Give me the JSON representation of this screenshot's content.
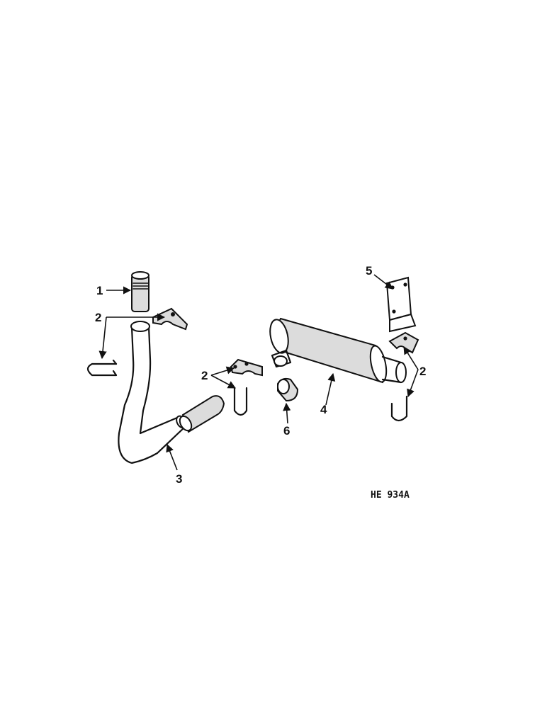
{
  "callouts": {
    "c1": "1",
    "c2a": "2",
    "c2b": "2",
    "c2c": "2",
    "c3": "3",
    "c4": "4",
    "c5": "5",
    "c6": "6"
  },
  "figure_code": "HE 934A"
}
